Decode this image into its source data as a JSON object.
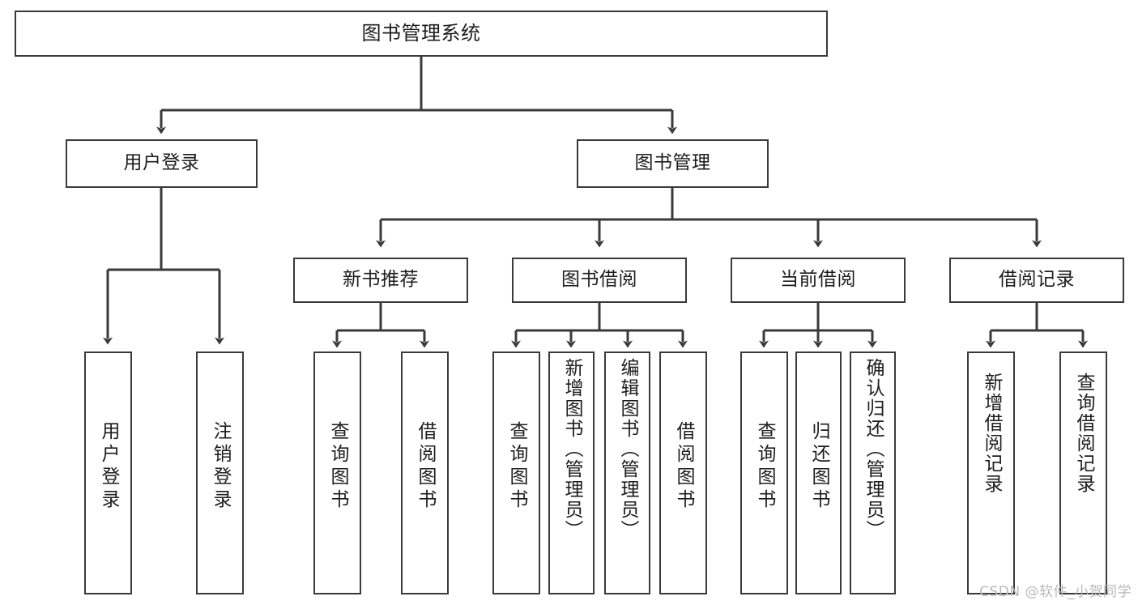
{
  "diagram": {
    "type": "tree",
    "title": "图书管理系统",
    "colors": {
      "stroke": "#3a3a3a",
      "fill": "#ffffff",
      "text": "#1d1d1d",
      "watermark": "#b8b8b8"
    },
    "watermark": "CSDN @软件_小贺同学",
    "nodes": {
      "root": {
        "label": "图书管理系统",
        "level": 1
      },
      "l2": [
        {
          "id": "user-login",
          "label": "用户登录",
          "level": 2
        },
        {
          "id": "book-manage",
          "label": "图书管理",
          "level": 2
        }
      ],
      "l3": [
        {
          "id": "new-book-rec",
          "label": "新书推荐",
          "level": 3,
          "parent": "book-manage"
        },
        {
          "id": "book-borrow",
          "label": "图书借阅",
          "level": 3,
          "parent": "book-manage"
        },
        {
          "id": "current-borrow",
          "label": "当前借阅",
          "level": 3,
          "parent": "book-manage"
        },
        {
          "id": "borrow-record",
          "label": "借阅记录",
          "level": 3,
          "parent": "book-manage"
        }
      ],
      "leaves": [
        {
          "id": "leaf-user-login",
          "label": "用户登录",
          "parent": "user-login"
        },
        {
          "id": "leaf-logout",
          "label": "注销登录",
          "parent": "user-login"
        },
        {
          "id": "leaf-query-book-1",
          "label": "查询图书",
          "parent": "new-book-rec"
        },
        {
          "id": "leaf-borrow-book-1",
          "label": "借阅图书",
          "parent": "new-book-rec"
        },
        {
          "id": "leaf-query-book-2",
          "label": "查询图书",
          "parent": "book-borrow"
        },
        {
          "id": "leaf-add-book",
          "label": "新增图书（管理员）",
          "parent": "book-borrow"
        },
        {
          "id": "leaf-edit-book",
          "label": "编辑图书（管理员）",
          "parent": "book-borrow"
        },
        {
          "id": "leaf-borrow-book-2",
          "label": "借阅图书",
          "parent": "book-borrow"
        },
        {
          "id": "leaf-query-book-3",
          "label": "查询图书",
          "parent": "current-borrow"
        },
        {
          "id": "leaf-return-book",
          "label": "归还图书",
          "parent": "current-borrow"
        },
        {
          "id": "leaf-confirm-return",
          "label": "确认归还（管理员）",
          "parent": "current-borrow"
        },
        {
          "id": "leaf-add-record",
          "label": "新增借阅记录",
          "parent": "borrow-record"
        },
        {
          "id": "leaf-query-record",
          "label": "查询借阅记录",
          "parent": "borrow-record"
        }
      ]
    }
  }
}
